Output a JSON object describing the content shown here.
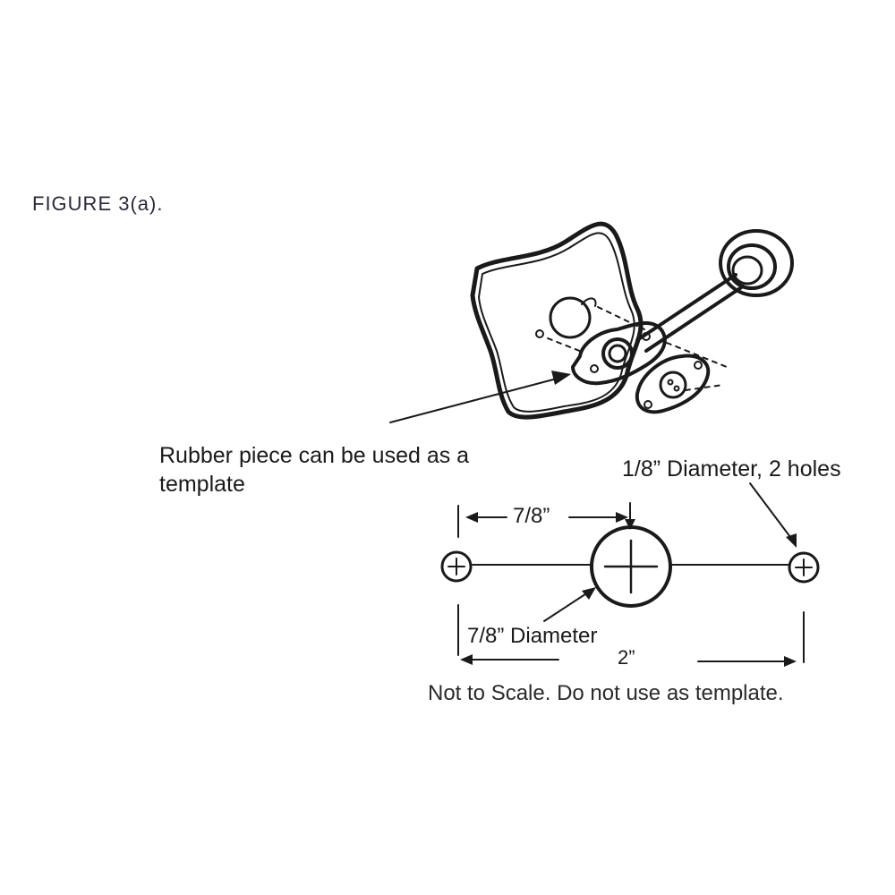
{
  "figure": {
    "title": "FIGURE 3(a).",
    "rubber_note": "Rubber piece can be used as a template",
    "hole_note": "1/8” Diameter, 2 holes",
    "dim_spacing": "7/8”",
    "dim_center_diameter": "7/8” Diameter",
    "dim_overall": "2”",
    "scale_note": "Not to Scale. Do not use as template."
  },
  "colors": {
    "ink": "#1a1a1a",
    "background": "#ffffff"
  },
  "icons": {
    "small_hole": "circle-crosshair-icon",
    "center_hole": "large-circle-crosshair-icon"
  }
}
